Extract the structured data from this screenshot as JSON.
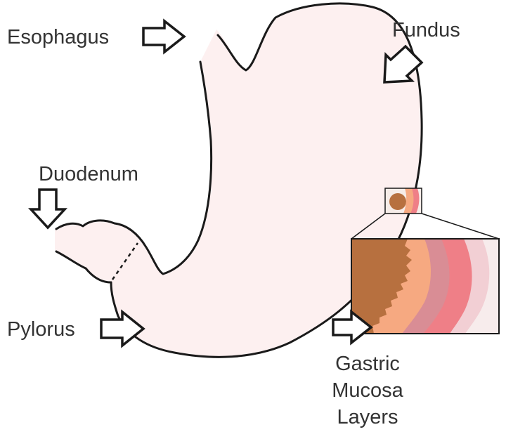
{
  "labels": {
    "esophagus": "Esophagus",
    "fundus": "Fundus",
    "duodenum": "Duodenum",
    "pylorus": "Pylorus",
    "gastric_line1": "Gastric",
    "gastric_line2": "Mucosa",
    "gastric_line3": "Layers"
  },
  "colors": {
    "stomach_fill": "#fdf0f0",
    "outline": "#1a1a1a",
    "label_text": "#333333",
    "layer_inner": "#b7703f",
    "layer_mid1": "#f6a981",
    "layer_mid2": "#d98d95",
    "layer_mid3": "#ef7f87",
    "layer_outer": "#f2cfd4"
  }
}
